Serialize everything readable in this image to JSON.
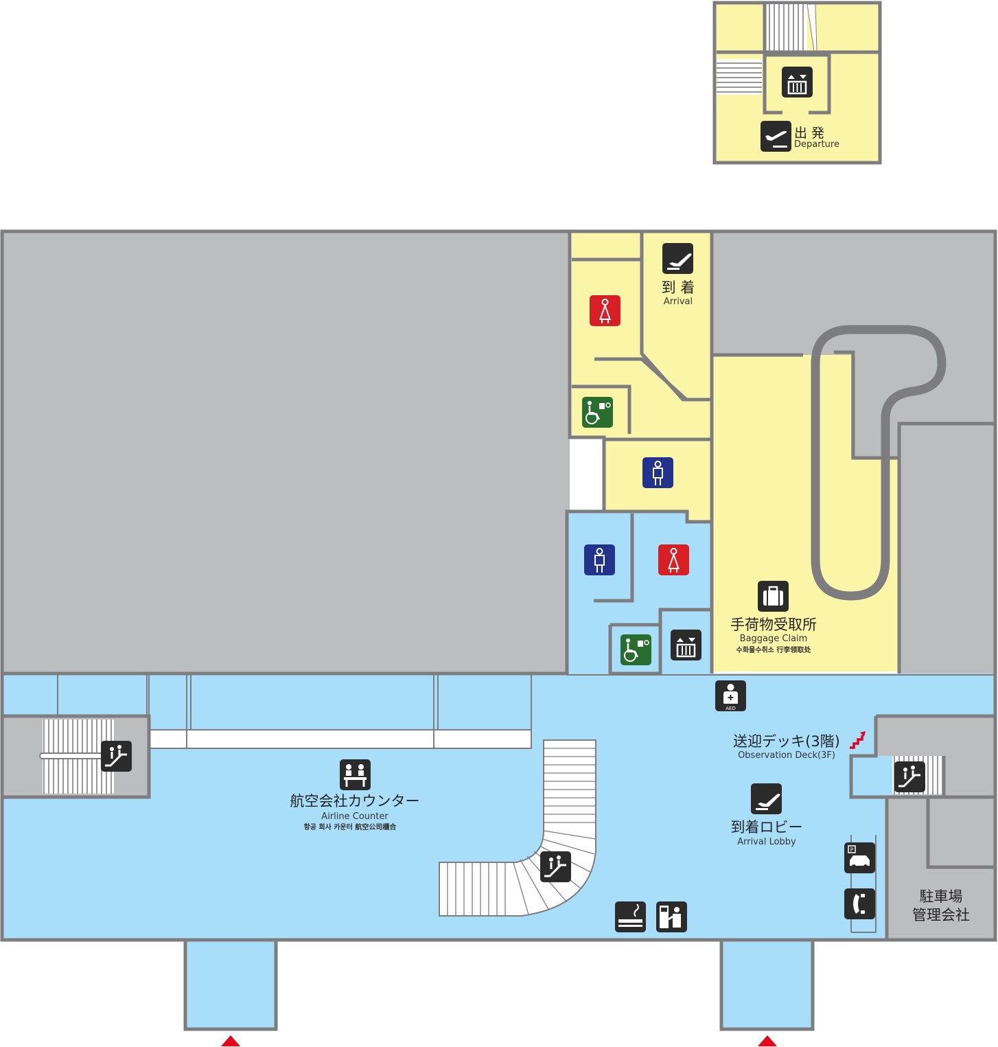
{
  "colors": {
    "wall": "#7d7d7f",
    "gray_area": "#bcbdbf",
    "yellow_area": "#fbf5a8",
    "blue_area": "#a9defa",
    "icon_dark": "#2b2b2b",
    "women_red": "#d81f26",
    "men_blue": "#21338c",
    "accessible_green": "#2a6e2f",
    "entrance_arrow": "#e6001a",
    "stairs_red": "#e6001a"
  },
  "labels": {
    "departure_jp": "出 発",
    "departure_en": "Departure",
    "arrival_jp": "到 着",
    "arrival_en": "Arrival",
    "baggage_jp": "手荷物受取所",
    "baggage_en": "Baggage Claim",
    "baggage_ko_zh": "수화물수취소  行李领取处",
    "airline_jp": "航空会社カウンター",
    "airline_en": "Airline Counter",
    "airline_ko_zh": "항공 회사 카운터   航空公司櫃合",
    "deck_jp": "送迎デッキ(3階)",
    "deck_en": "Observation Deck(3F)",
    "lobby_jp": "到着ロビー",
    "lobby_en": "Arrival Lobby",
    "parking_line1": "駐車場",
    "parking_line2": "管理会社",
    "aed": "AED",
    "parking_sign": "P"
  },
  "icons": [
    "elevator-icon",
    "departure-plane-icon",
    "arrival-plane-icon",
    "women-restroom-icon",
    "men-restroom-icon",
    "accessible-restroom-icon",
    "baggage-icon",
    "aed-icon",
    "escalator-icon",
    "airline-counter-icon",
    "red-stairs-icon",
    "parking-car-icon",
    "telephone-icon",
    "smoking-area-icon",
    "ticket-machine-icon",
    "entrance-arrow-icon"
  ]
}
